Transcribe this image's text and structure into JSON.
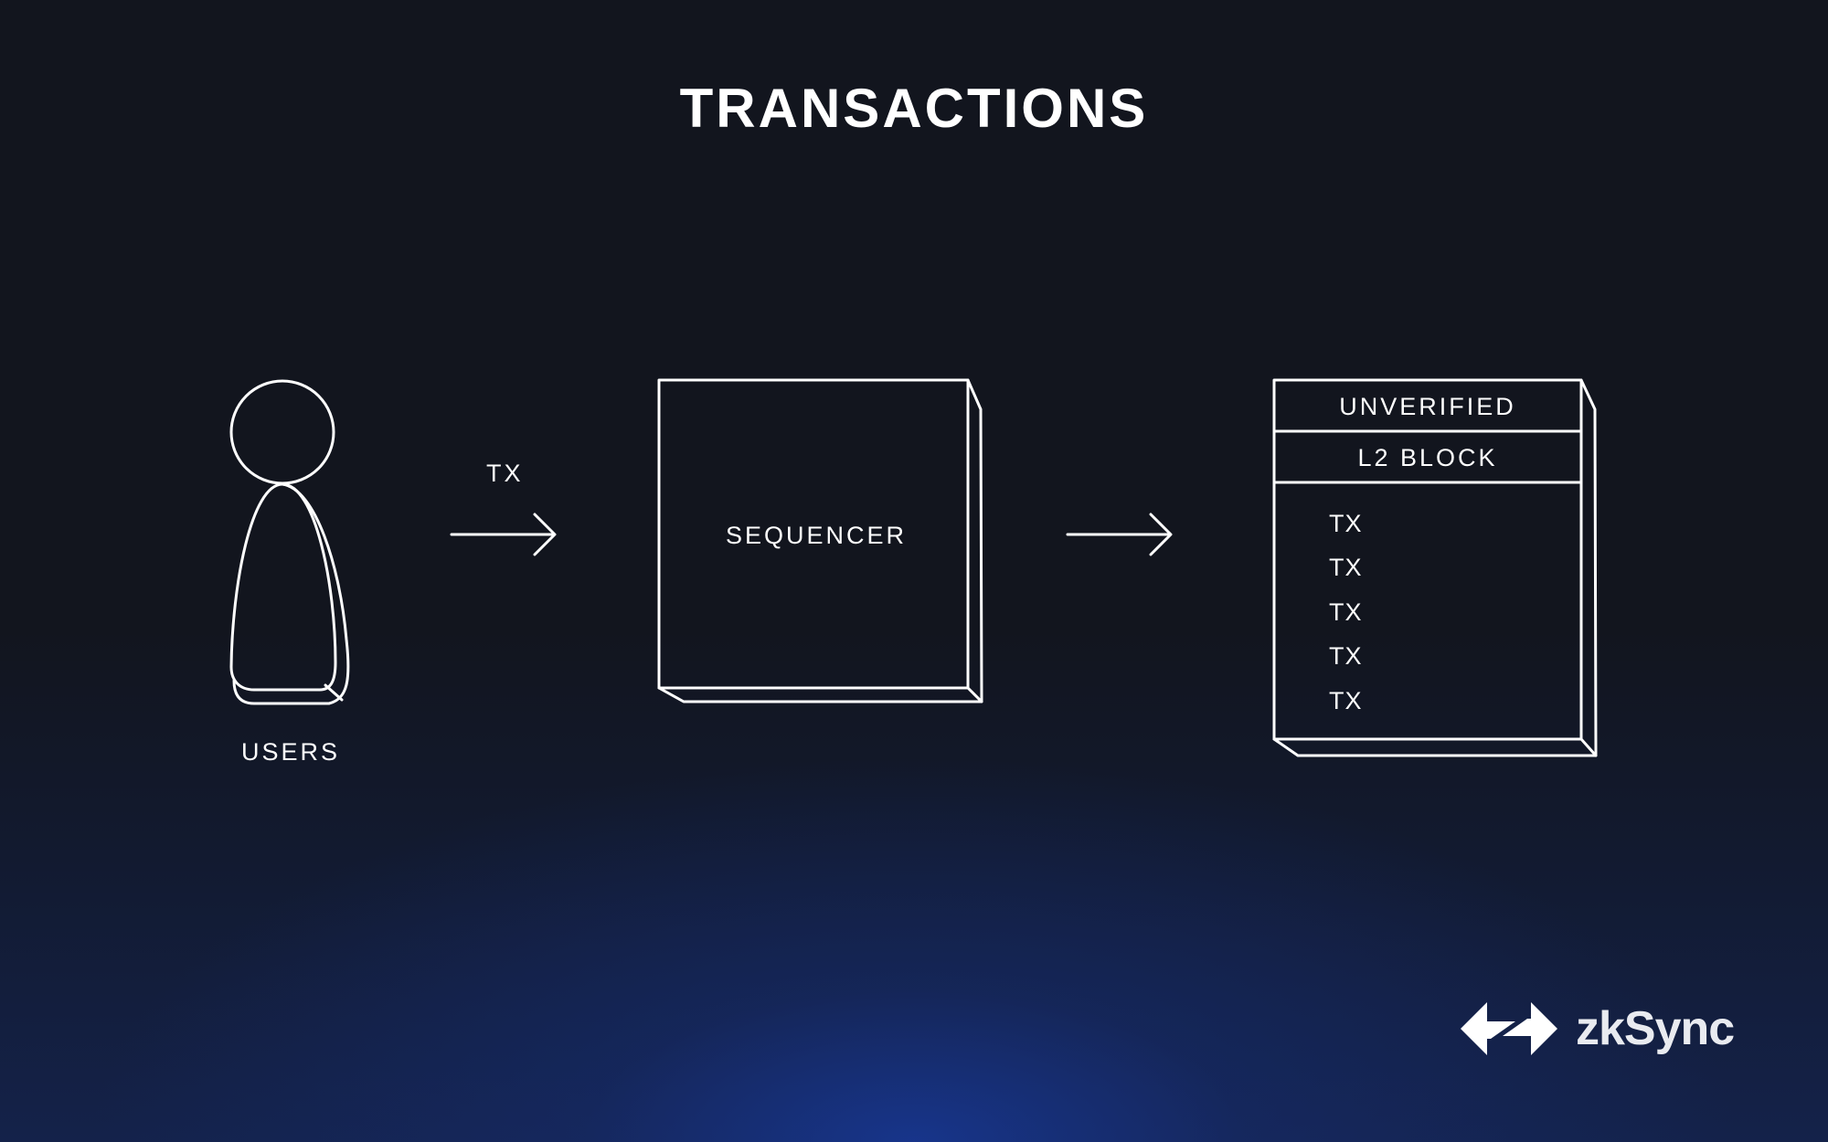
{
  "title": "TRANSACTIONS",
  "users": {
    "label": "USERS",
    "icon": "user-figure-icon"
  },
  "arrow_1": {
    "label": "TX",
    "icon": "arrow-right-icon"
  },
  "sequencer": {
    "label": "SEQUENCER"
  },
  "arrow_2": {
    "label": "",
    "icon": "arrow-right-icon"
  },
  "block": {
    "header_1": "UNVERIFIED",
    "header_2": "L2 BLOCK",
    "transactions": [
      "TX",
      "TX",
      "TX",
      "TX",
      "TX"
    ]
  },
  "brand": {
    "name": "zkSync",
    "icon": "zksync-arrows-icon"
  },
  "colors": {
    "background_top": "#12151e",
    "background_glow": "#183896",
    "stroke": "#ffffff",
    "text": "#ffffff",
    "brand_text": "#e9ebf0"
  }
}
